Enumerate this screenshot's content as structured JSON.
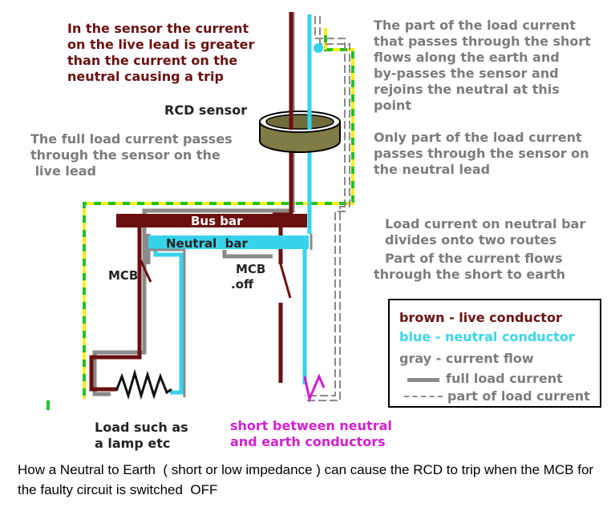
{
  "labels": {
    "sensor_trip": [
      "In the sensor the current",
      "on the live lead is greater",
      "than the current on the",
      "neutral causing a trip"
    ],
    "rcd_sensor": "RCD sensor",
    "full_load": [
      "The full load current passes",
      "through the sensor on the",
      " live lead"
    ],
    "earth_part": [
      "The part of the load current",
      "that passes through the short",
      "flows along the earth and",
      "by-passes the sensor and",
      "rejoins the neutral at this",
      "point"
    ],
    "only_part": [
      "Only part of the load current",
      "passes through the sensor on",
      "the neutral lead"
    ],
    "load_divides": [
      "Load current on neutral bar",
      "divides onto two routes",
      "Part of the current flows",
      "through the short to earth"
    ],
    "bus_bar": "Bus bar",
    "neutral_bar": "Neutral  bar",
    "mcb": "MCB",
    "mcb_off": [
      "MCB",
      ".off"
    ],
    "load": [
      "Load such as",
      "a lamp etc"
    ],
    "short": [
      "short between neutral",
      "and earth conductors"
    ]
  },
  "legend": {
    "brown": "brown - live conductor",
    "blue": "blue - neutral conductor",
    "gray": "gray - current flow",
    "full": "full load current",
    "part": "part of load current"
  },
  "colors": {
    "live": "#6b1010",
    "neutral": "#36d3ea",
    "current_flow": "#8a8a8a",
    "earth_green": "#23c023",
    "earth_yellow": "#f4ef18",
    "short": "#d21fd2"
  },
  "caption": "How a Neutral to Earth  ( short or low impedance ) can cause the RCD to trip when the MCB for the faulty circuit is switched  OFF"
}
